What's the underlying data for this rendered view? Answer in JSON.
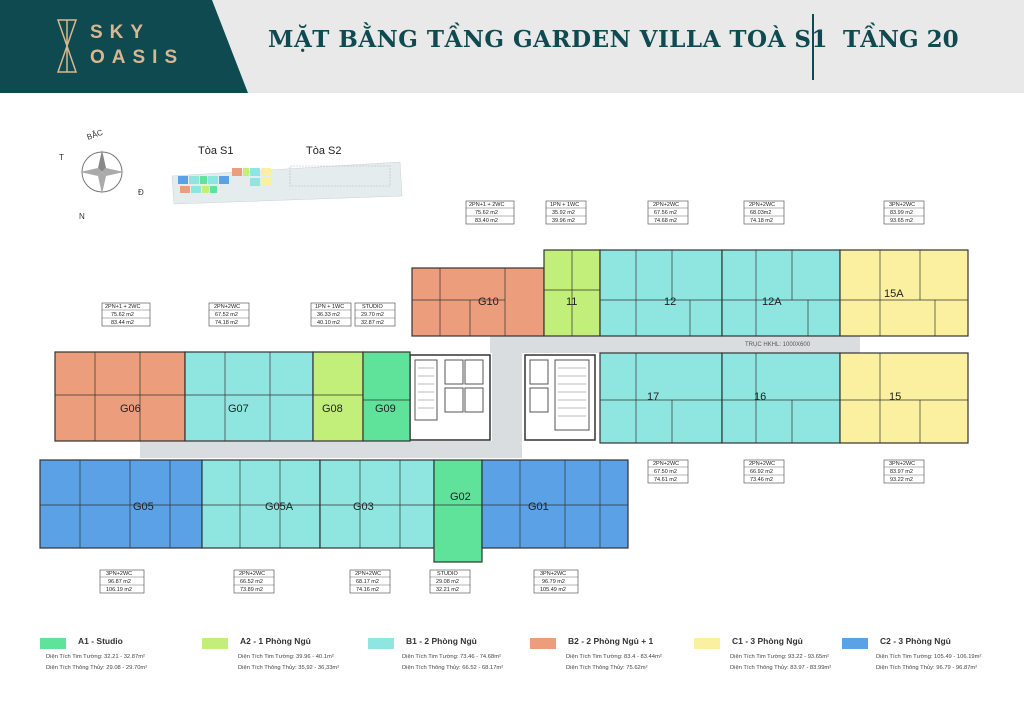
{
  "header": {
    "logo_line1": "SKY",
    "logo_line2": "OASIS",
    "title": "MẶT BẰNG TẦNG GARDEN VILLA TOÀ S1",
    "floor": "TẦNG 20"
  },
  "compass": {
    "north": "BẮC",
    "west": "T",
    "east": "Đ",
    "south": "N"
  },
  "key_plan": {
    "s1": "Tòa S1",
    "s2": "Tòa S2"
  },
  "corridor_label": "TRỤC HKHL: 1000X600",
  "units": [
    {
      "id": "G10",
      "l1": "2PN+1 + 2WC",
      "l2": "75.62 m2",
      "l3": "83.40 m2"
    },
    {
      "id": "11",
      "l1": "1PN + 1WC",
      "l2": "35.92 m2",
      "l3": "39.96 m2"
    },
    {
      "id": "12",
      "l1": "2PN+2WC",
      "l2": "67.56 m2",
      "l3": "74.68 m2"
    },
    {
      "id": "12A",
      "l1": "2PN+2WC",
      "l2": "68.03m2",
      "l3": "74.18 m2"
    },
    {
      "id": "15A",
      "l1": "3PN+2WC",
      "l2": "83.99 m2",
      "l3": "93.65 m2"
    },
    {
      "id": "G06",
      "l1": "2PN+1 + 2WC",
      "l2": "75.62 m2",
      "l3": "83.44 m2"
    },
    {
      "id": "G07",
      "l1": "2PN+2WC",
      "l2": "67.52 m2",
      "l3": "74.18 m2"
    },
    {
      "id": "G08",
      "l1": "1PN + 1WC",
      "l2": "36.33 m2",
      "l3": "40.10 m2"
    },
    {
      "id": "G09",
      "l1": "STUDIO",
      "l2": "29.70 m2",
      "l3": "32.87 m2"
    },
    {
      "id": "17",
      "l1": "2PN+2WC",
      "l2": "67.50 m2",
      "l3": "74.61 m2"
    },
    {
      "id": "16",
      "l1": "2PN+2WC",
      "l2": "66.92 m2",
      "l3": "73.46 m2"
    },
    {
      "id": "15",
      "l1": "3PN+2WC",
      "l2": "83.97 m2",
      "l3": "93.22 m2"
    },
    {
      "id": "G05",
      "l1": "3PN+2WC",
      "l2": "96.87 m2",
      "l3": "106.19 m2"
    },
    {
      "id": "G05A",
      "l1": "2PN+2WC",
      "l2": "66.52 m2",
      "l3": "73.89 m2"
    },
    {
      "id": "G03",
      "l1": "2PN+2WC",
      "l2": "68.17 m2",
      "l3": "74.16 m2"
    },
    {
      "id": "G02",
      "l1": "STUDIO",
      "l2": "29.08 m2",
      "l3": "32.21 m2"
    },
    {
      "id": "G01",
      "l1": "3PN+2WC",
      "l2": "96.79 m2",
      "l3": "105.49 m2"
    }
  ],
  "legend": [
    {
      "title": "A1 - Studio",
      "line1": "Diện Tích Tim Tường: 32.21 - 32.87m²",
      "line2": "Diện Tích Thông Thủy: 29.08 - 29.70m²",
      "color": "#5fe39a"
    },
    {
      "title": "A2 - 1 Phòng Ngủ",
      "line1": "Diện Tích Tim Tường: 39.96 - 40.1m²",
      "line2": "Diện Tích Thông Thủy: 35,92 - 36,33m²",
      "color": "#c2ef7a"
    },
    {
      "title": "B1 - 2 Phòng Ngủ",
      "line1": "Diện Tích Tim Tường: 73.46 - 74.68m²",
      "line2": "Diện Tích Thông Thủy: 66.52 - 68.17m²",
      "color": "#8fe6e0"
    },
    {
      "title": "B2 - 2 Phòng Ngủ + 1",
      "line1": "Diện Tích Tim Tường: 83.4 - 83.44m²",
      "line2": "Diện Tích Thông Thủy: 75.62m²",
      "color": "#ec9e7c"
    },
    {
      "title": "C1 - 3 Phòng Ngủ",
      "line1": "Diện Tích Tim Tường: 93.22 - 93.65m²",
      "line2": "Diện Tích Thông Thủy: 83.97 - 83.99m²",
      "color": "#fbf0a0"
    },
    {
      "title": "C2 - 3 Phòng Ngủ",
      "line1": "Diện Tích Tim Tường: 105.49 - 106.19m²",
      "line2": "Diện Tích Thông Thủy: 96.79 - 96.87m²",
      "color": "#5aa1e6"
    }
  ]
}
